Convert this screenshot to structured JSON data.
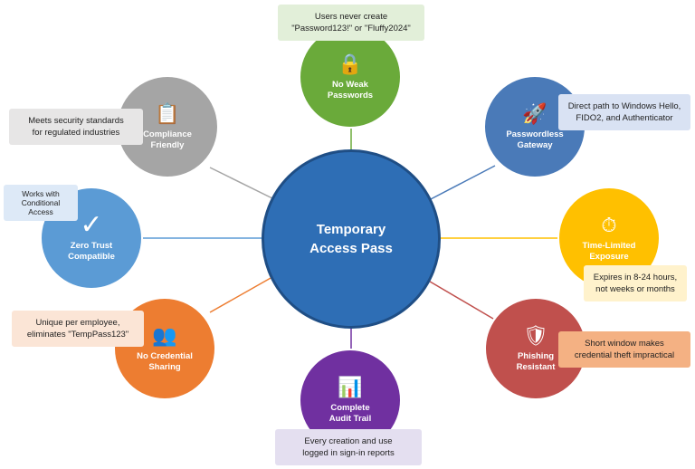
{
  "center": {
    "title": "Temporary\nAccess Pass",
    "color": "#2e6eb5"
  },
  "nodes": [
    {
      "id": "no-weak-passwords",
      "label": "No Weak\nPasswords",
      "icon": "lock-icon",
      "glyph": "🔒",
      "color": "#6aaa3a",
      "callout": "Users never create\n\"Password123!\" or \"Fluffy2024\"",
      "callout_color": "#e2efd9"
    },
    {
      "id": "passwordless-gateway",
      "label": "Passwordless\nGateway",
      "icon": "rocket-icon",
      "glyph": "🚀",
      "color": "#4a7ab8",
      "callout": "Direct path to Windows Hello,\nFIDO2, and Authenticator",
      "callout_color": "#d9e2f3"
    },
    {
      "id": "time-limited-exposure",
      "label": "Time-Limited\nExposure",
      "icon": "stopwatch-icon",
      "glyph": "⏱",
      "color": "#ffc000",
      "callout": "Expires in 8-24 hours,\nnot weeks or months",
      "callout_color": "#fff2cc"
    },
    {
      "id": "phishing-resistant",
      "label": "Phishing\nResistant",
      "icon": "shield-icon",
      "glyph": "🛡",
      "color": "#c0504d",
      "callout": "Short window makes\ncredential theft impractical",
      "callout_color": "#f4b183"
    },
    {
      "id": "complete-audit-trail",
      "label": "Complete\nAudit Trail",
      "icon": "chart-icon",
      "glyph": "📊",
      "color": "#7030a0",
      "callout": "Every creation and use\nlogged in sign-in reports",
      "callout_color": "#e4dff0"
    },
    {
      "id": "no-credential-sharing",
      "label": "No Credential\nSharing",
      "icon": "people-icon",
      "glyph": "👥",
      "color": "#ed7d31",
      "callout": "Unique per employee,\neliminates \"TempPass123\"",
      "callout_color": "#fbe5d6"
    },
    {
      "id": "zero-trust-compatible",
      "label": "Zero Trust\nCompatible",
      "icon": "checkmark-icon",
      "glyph": "✓",
      "color": "#5b9bd5",
      "callout": "Works with\nConditional\nAccess",
      "callout_color": "#dde9f7"
    },
    {
      "id": "compliance-friendly",
      "label": "Compliance\nFriendly",
      "icon": "clipboard-icon",
      "glyph": "📋",
      "color": "#a5a5a5",
      "callout": "Meets security standards\nfor regulated industries",
      "callout_color": "#e7e6e6"
    }
  ]
}
